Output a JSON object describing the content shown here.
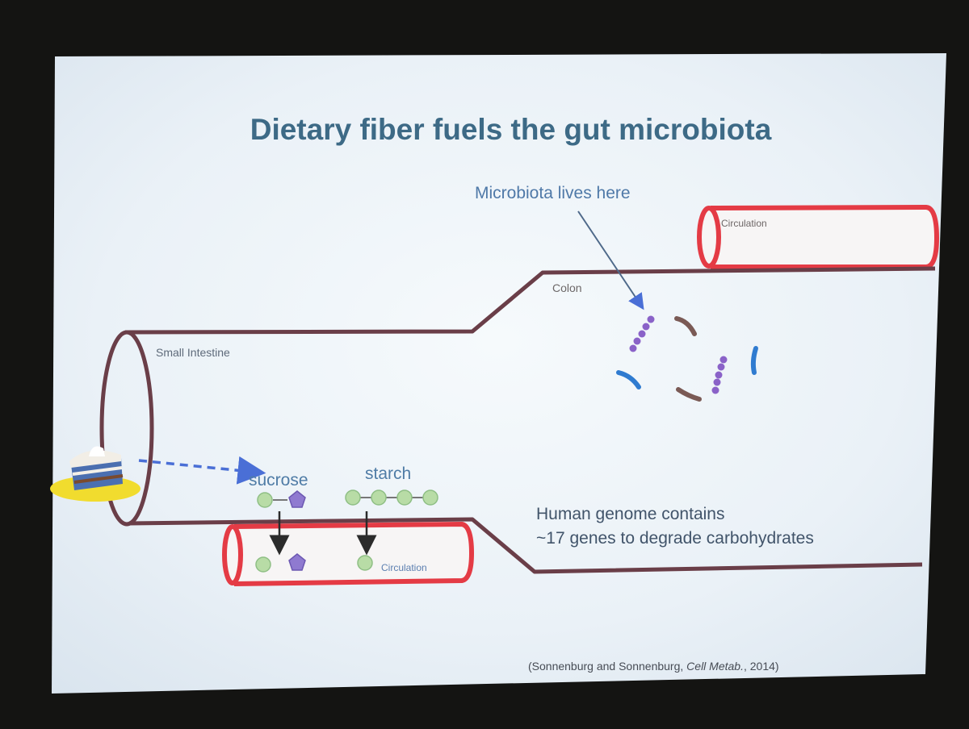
{
  "slide": {
    "title": "Dietary fiber fuels the gut microbiota",
    "callout": "Microbiota lives here",
    "labels": {
      "circulation_top": "Circulation",
      "circulation_bottom": "Circulation",
      "colon": "Colon",
      "small_intestine": "Small Intestine"
    },
    "molecules": {
      "sucrose": "sucrose",
      "starch": "starch"
    },
    "note": {
      "line1": "Human genome contains",
      "line2": "~17 genes to degrade carbohydrates"
    },
    "citation": {
      "prefix": "(Sonnenburg and Sonnenburg, ",
      "journal": "Cell Metab.",
      "suffix": ", 2014)"
    }
  },
  "colors": {
    "frame": "#141412",
    "slide_bg": "#eef3f8",
    "title": "#3d6a86",
    "tube_outline": "#6a3e48",
    "circulation_red": "#e43b45",
    "monomer_green": "#b8dca6",
    "pentagon_purple": "#8f7ad0",
    "microbe_purple": "#8a62c8",
    "microbe_brown": "#7a5a55",
    "microbe_blue": "#2f7bd0"
  },
  "icons": [
    "cake-icon",
    "monomer-circle-icon",
    "pentagon-sugar-icon",
    "microbe-icon",
    "arrow-icon"
  ]
}
